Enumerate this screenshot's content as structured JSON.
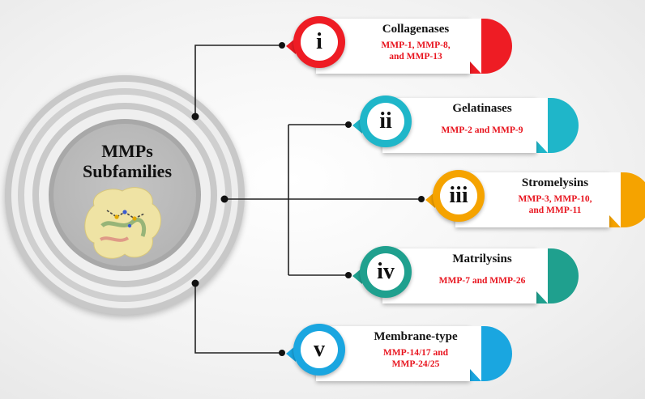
{
  "hub": {
    "title_line1": "MMPs",
    "title_line2": "Subfamilies",
    "image": "protein-structure-icon"
  },
  "subfamilies": [
    {
      "numeral": "i",
      "name": "Collagenases",
      "members_line1": "MMP-1, MMP-8,",
      "members_line2": "and MMP-13",
      "color": "#ee1c24",
      "band_color": "#ee1c24"
    },
    {
      "numeral": "ii",
      "name": "Gelatinases",
      "members_line1": "MMP-2 and MMP-9",
      "members_line2": "",
      "color": "#1fb6c9",
      "band_color": "#1fb6c9"
    },
    {
      "numeral": "iii",
      "name": "Stromelysins",
      "members_line1": "MMP-3, MMP-10,",
      "members_line2": "and MMP-11",
      "color": "#f5a300",
      "band_color": "#f5a300"
    },
    {
      "numeral": "iv",
      "name": "Matrilysins",
      "members_line1": "MMP-7 and MMP-26",
      "members_line2": "",
      "color": "#1fa08e",
      "band_color": "#1fa08e"
    },
    {
      "numeral": "v",
      "name": "Membrane-type",
      "members_line1": "MMP-14/17 and",
      "members_line2": "MMP-24/25",
      "color": "#1aa6e0",
      "band_color": "#1aa6e0"
    }
  ],
  "colors": {
    "connector": "#222222",
    "ring_light": "#d9d9d9",
    "ring_mid": "#c6c6c6",
    "ring_dark": "#a9a9a9"
  }
}
